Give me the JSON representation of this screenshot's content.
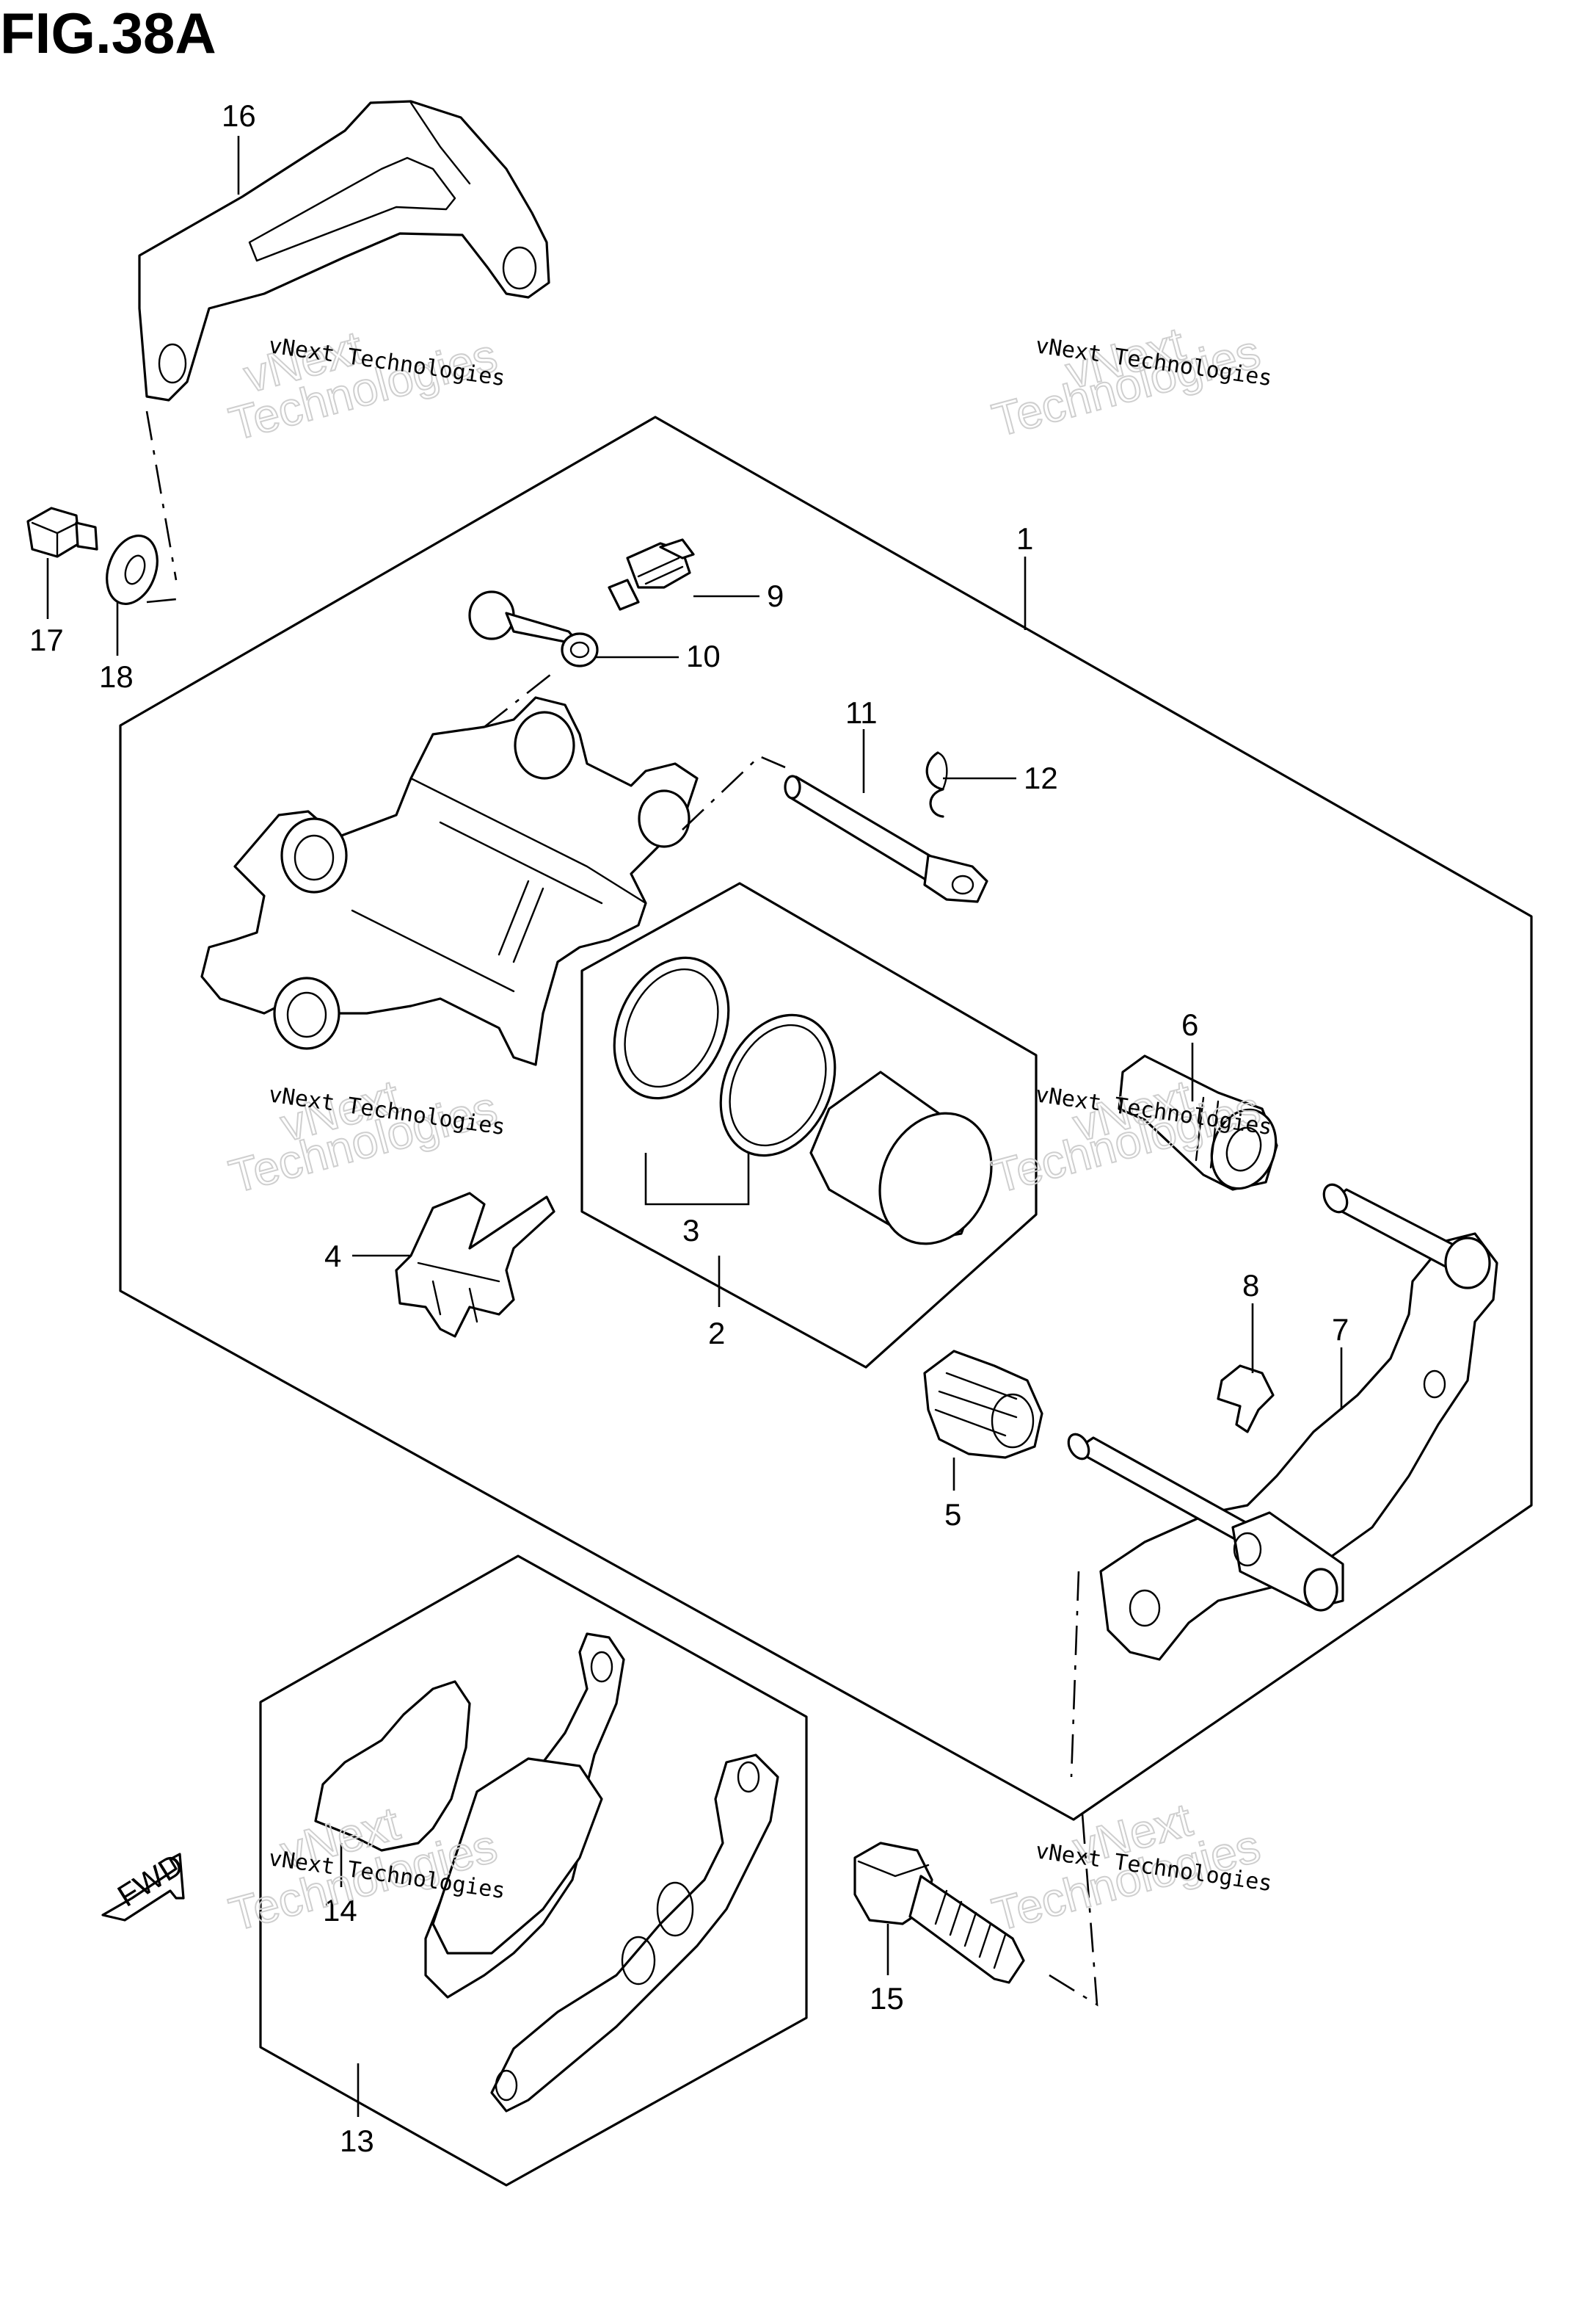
{
  "figure": {
    "title": "FIG.38A"
  },
  "callouts": [
    {
      "id": "1",
      "label": "1"
    },
    {
      "id": "2",
      "label": "2"
    },
    {
      "id": "3",
      "label": "3"
    },
    {
      "id": "4",
      "label": "4"
    },
    {
      "id": "5",
      "label": "5"
    },
    {
      "id": "6",
      "label": "6"
    },
    {
      "id": "7",
      "label": "7"
    },
    {
      "id": "8",
      "label": "8"
    },
    {
      "id": "9",
      "label": "9"
    },
    {
      "id": "10",
      "label": "10"
    },
    {
      "id": "11",
      "label": "11"
    },
    {
      "id": "12",
      "label": "12"
    },
    {
      "id": "13",
      "label": "13"
    },
    {
      "id": "14",
      "label": "14"
    },
    {
      "id": "15",
      "label": "15"
    },
    {
      "id": "16",
      "label": "16"
    },
    {
      "id": "17",
      "label": "17"
    },
    {
      "id": "18",
      "label": "18"
    }
  ],
  "watermark": {
    "line_small": "vNext Technologies",
    "line_big_1": "vNext",
    "line_big_2": "Technologies"
  },
  "fwd_arrow": {
    "label": "FWD"
  }
}
